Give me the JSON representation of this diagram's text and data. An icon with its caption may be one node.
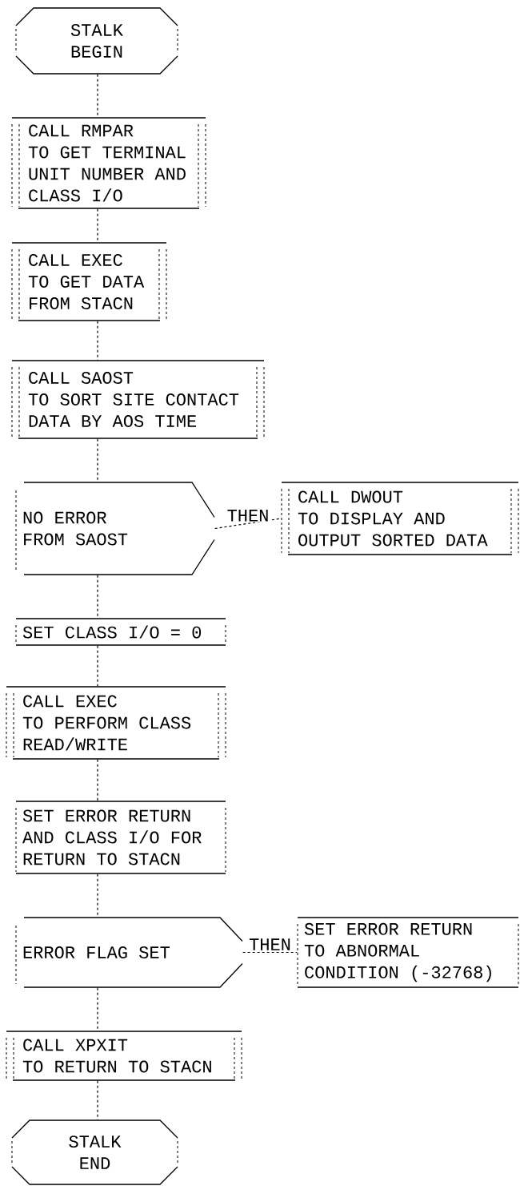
{
  "diagram": {
    "nodes": [
      {
        "text": [
          "STALK",
          "BEGIN"
        ]
      },
      {
        "text": [
          "CALL RMPAR",
          "TO GET TERMINAL UNIT NUMBER AND CLASS I/O"
        ]
      },
      {
        "text": [
          "CALL EXEC",
          "TO GET DATA FROM STACN"
        ]
      },
      {
        "text": [
          "CALL SAOST",
          "TO SORT SITE CONTACT DATA BY AOS TIME"
        ]
      },
      {
        "text": [
          "NO ERROR FROM SAOST"
        ]
      },
      {
        "text": [
          "CALL DWOUT",
          "TO DISPLAY AND OUTPUT SORTED DATA"
        ]
      },
      {
        "text": [
          "SET CLASS I/O = 0"
        ]
      },
      {
        "text": [
          "CALL EXEC",
          "TO PERFORM CLASS READ/WRITE"
        ]
      },
      {
        "text": [
          "SET ERROR RETURN AND CLASS I/O FOR RETURN TO STACN"
        ]
      },
      {
        "text": [
          "ERROR FLAG SET"
        ]
      },
      {
        "text": [
          "SET ERROR RETURN TO ABNORMAL CONDITION (-32768)"
        ]
      },
      {
        "text": [
          "CALL XPXIT",
          "TO RETURN TO STACN"
        ]
      },
      {
        "text": [
          "STALK",
          "END"
        ]
      }
    ],
    "edges": [
      {
        "from": 0,
        "to": 1,
        "arrow": "none"
      },
      {
        "from": 1,
        "to": 2,
        "arrow": "none"
      },
      {
        "from": 2,
        "to": 3,
        "arrow": "none"
      },
      {
        "from": 3,
        "to": 4,
        "arrow": "none"
      },
      {
        "from": 4,
        "to": 5,
        "arrow": "none",
        "label": "THEN"
      },
      {
        "from": 4,
        "to": 6,
        "arrow": "none"
      },
      {
        "from": 6,
        "to": 7,
        "arrow": "none"
      },
      {
        "from": 7,
        "to": 8,
        "arrow": "none"
      },
      {
        "from": 8,
        "to": 9,
        "arrow": "none"
      },
      {
        "from": 9,
        "to": 10,
        "arrow": "none",
        "label": "THEN"
      },
      {
        "from": 9,
        "to": 11,
        "arrow": "none"
      },
      {
        "from": 11,
        "to": 12,
        "arrow": "none"
      }
    ]
  }
}
